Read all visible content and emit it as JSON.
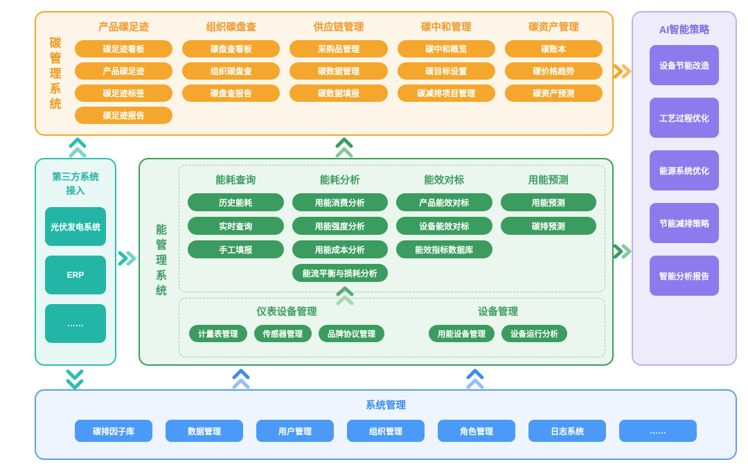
{
  "carbon": {
    "vertical_title": "碳管理系统",
    "columns": [
      {
        "head": "产品碳足迹",
        "items": [
          "碳足迹看板",
          "产品碳足迹",
          "碳足迹标签",
          "碳足迹报告"
        ]
      },
      {
        "head": "组织碳盘查",
        "items": [
          "碳盘查看板",
          "组织碳盘查",
          "碳盘查报告"
        ]
      },
      {
        "head": "供应链管理",
        "items": [
          "采购品管理",
          "碳数据管理",
          "碳数据填报"
        ]
      },
      {
        "head": "碳中和管理",
        "items": [
          "碳中和概览",
          "碳目标设置",
          "碳减排项目管理"
        ]
      },
      {
        "head": "碳资产管理",
        "items": [
          "碳账本",
          "碳价格趋势",
          "碳资产预测"
        ]
      }
    ]
  },
  "ai": {
    "title": "AI智能策略",
    "cards": [
      "设备节能改造",
      "工艺过程优化",
      "能源系统优化",
      "节能减排策略",
      "智能分析报告"
    ]
  },
  "third_party": {
    "title": "第三方系统\n接入",
    "title_line1": "第三方系统",
    "title_line2": "接入",
    "cards": [
      "光伏发电系统",
      "ERP",
      "……"
    ]
  },
  "energy": {
    "vertical_title": "能管理系统",
    "top_columns": [
      {
        "head": "能耗查询",
        "items": [
          "历史能耗",
          "实时查询",
          "手工填报"
        ]
      },
      {
        "head": "能耗分析",
        "items": [
          "用能消费分析",
          "用能强度分析",
          "用能成本分析",
          "能流平衡与损耗分析"
        ]
      },
      {
        "head": "能效对标",
        "items": [
          "产品能效对标",
          "设备能效对标",
          "能效指标数据库"
        ]
      },
      {
        "head": "用能预测",
        "items": [
          "用能预测",
          "碳排预测"
        ]
      }
    ],
    "bottom_groups": [
      {
        "head": "仪表设备管理",
        "items": [
          "计量表管理",
          "传感器管理",
          "品牌协议管理"
        ]
      },
      {
        "head": "设备管理",
        "items": [
          "用能设备管理",
          "设备运行分析"
        ]
      }
    ]
  },
  "system": {
    "title": "系统管理",
    "items": [
      "碳排因子库",
      "数据管理",
      "用户管理",
      "组织管理",
      "角色管理",
      "日志系统",
      "……"
    ]
  },
  "connectors": [
    {
      "name": "carbon-up-left",
      "icon": "double-chevron-up",
      "color": "#2bbfae"
    },
    {
      "name": "carbon-up-center",
      "icon": "double-chevron-up",
      "color": "#3a9c5e"
    },
    {
      "name": "carbon-to-ai",
      "icon": "double-chevron-right",
      "color": "#f5a62c"
    },
    {
      "name": "third-to-energy",
      "icon": "double-chevron-right",
      "color": "#2bbfae"
    },
    {
      "name": "energy-to-ai",
      "icon": "double-chevron-right",
      "color": "#3a9c5e"
    },
    {
      "name": "energy-inner-up",
      "icon": "double-chevron-up",
      "color": "#6fba8b"
    },
    {
      "name": "third-down",
      "icon": "double-chevron-down",
      "color": "#2bbfae"
    },
    {
      "name": "system-up-left",
      "icon": "double-chevron-up",
      "color": "#5b9cf5"
    },
    {
      "name": "system-up-right",
      "icon": "double-chevron-up",
      "color": "#5b9cf5"
    }
  ],
  "colors": {
    "orange": "#f5a62c",
    "orange_bg": "#fdf5e8",
    "purple": "#8d7bee",
    "purple_bg": "#eeecfb",
    "teal": "#23b6a6",
    "teal_bg": "#e9f8f5",
    "green": "#3a9c5e",
    "green_bg": "#eaf6ee",
    "blue": "#4c9af7",
    "blue_bg": "#eef5fe"
  }
}
